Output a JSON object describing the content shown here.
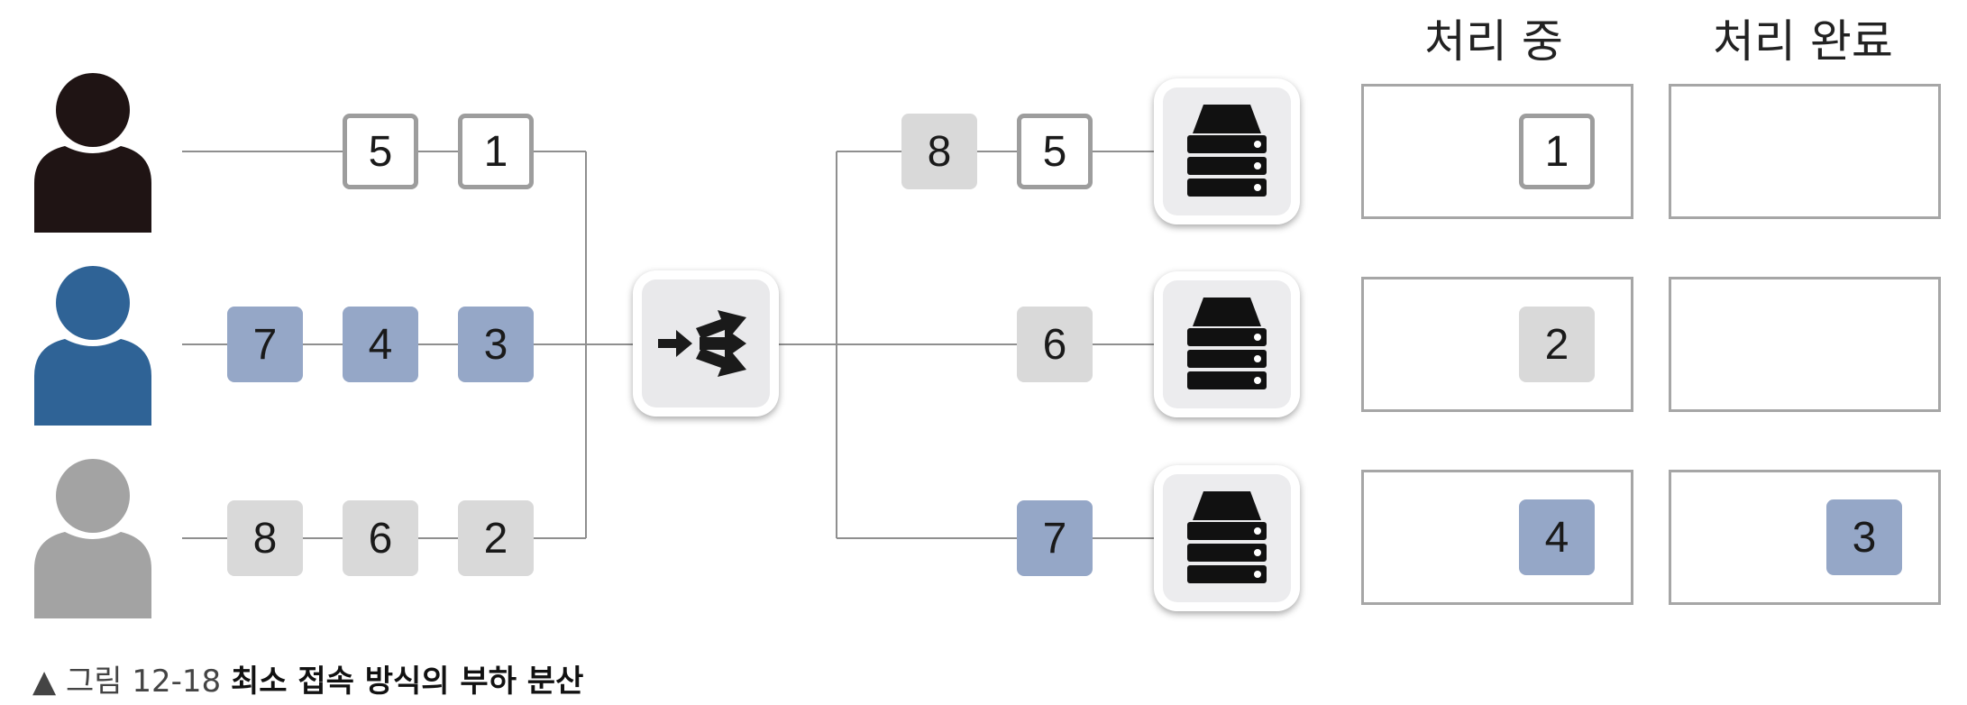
{
  "headers": {
    "processing": "처리 중",
    "completed": "처리 완료"
  },
  "colors": {
    "user_black": "#1f1414",
    "user_blue": "#2f6396",
    "user_gray": "#a3a3a3",
    "packet_outline_border": "#9d9d9d",
    "packet_gray": "#d9d9d9",
    "packet_blue": "#95a7c7",
    "connector_line": "#8f8f8f"
  },
  "icons": {
    "user": "person-silhouette-icon",
    "load_balancer": "load-balancer-arrows-icon",
    "server": "server-rack-icon"
  },
  "clients": {
    "row1": {
      "packets": [
        "5",
        "1"
      ]
    },
    "row2": {
      "packets": [
        "7",
        "4",
        "3"
      ]
    },
    "row3": {
      "packets": [
        "8",
        "6",
        "2"
      ]
    }
  },
  "servers": {
    "row1": {
      "queue": [
        "8",
        "5"
      ],
      "processing": "1",
      "completed": ""
    },
    "row2": {
      "queue": [
        "6"
      ],
      "processing": "2",
      "completed": ""
    },
    "row3": {
      "queue": [
        "7"
      ],
      "processing": "4",
      "completed": "3"
    }
  },
  "caption": {
    "prefix": "▲ 그림 12-18",
    "title": "최소 접속 방식의 부하 분산"
  }
}
